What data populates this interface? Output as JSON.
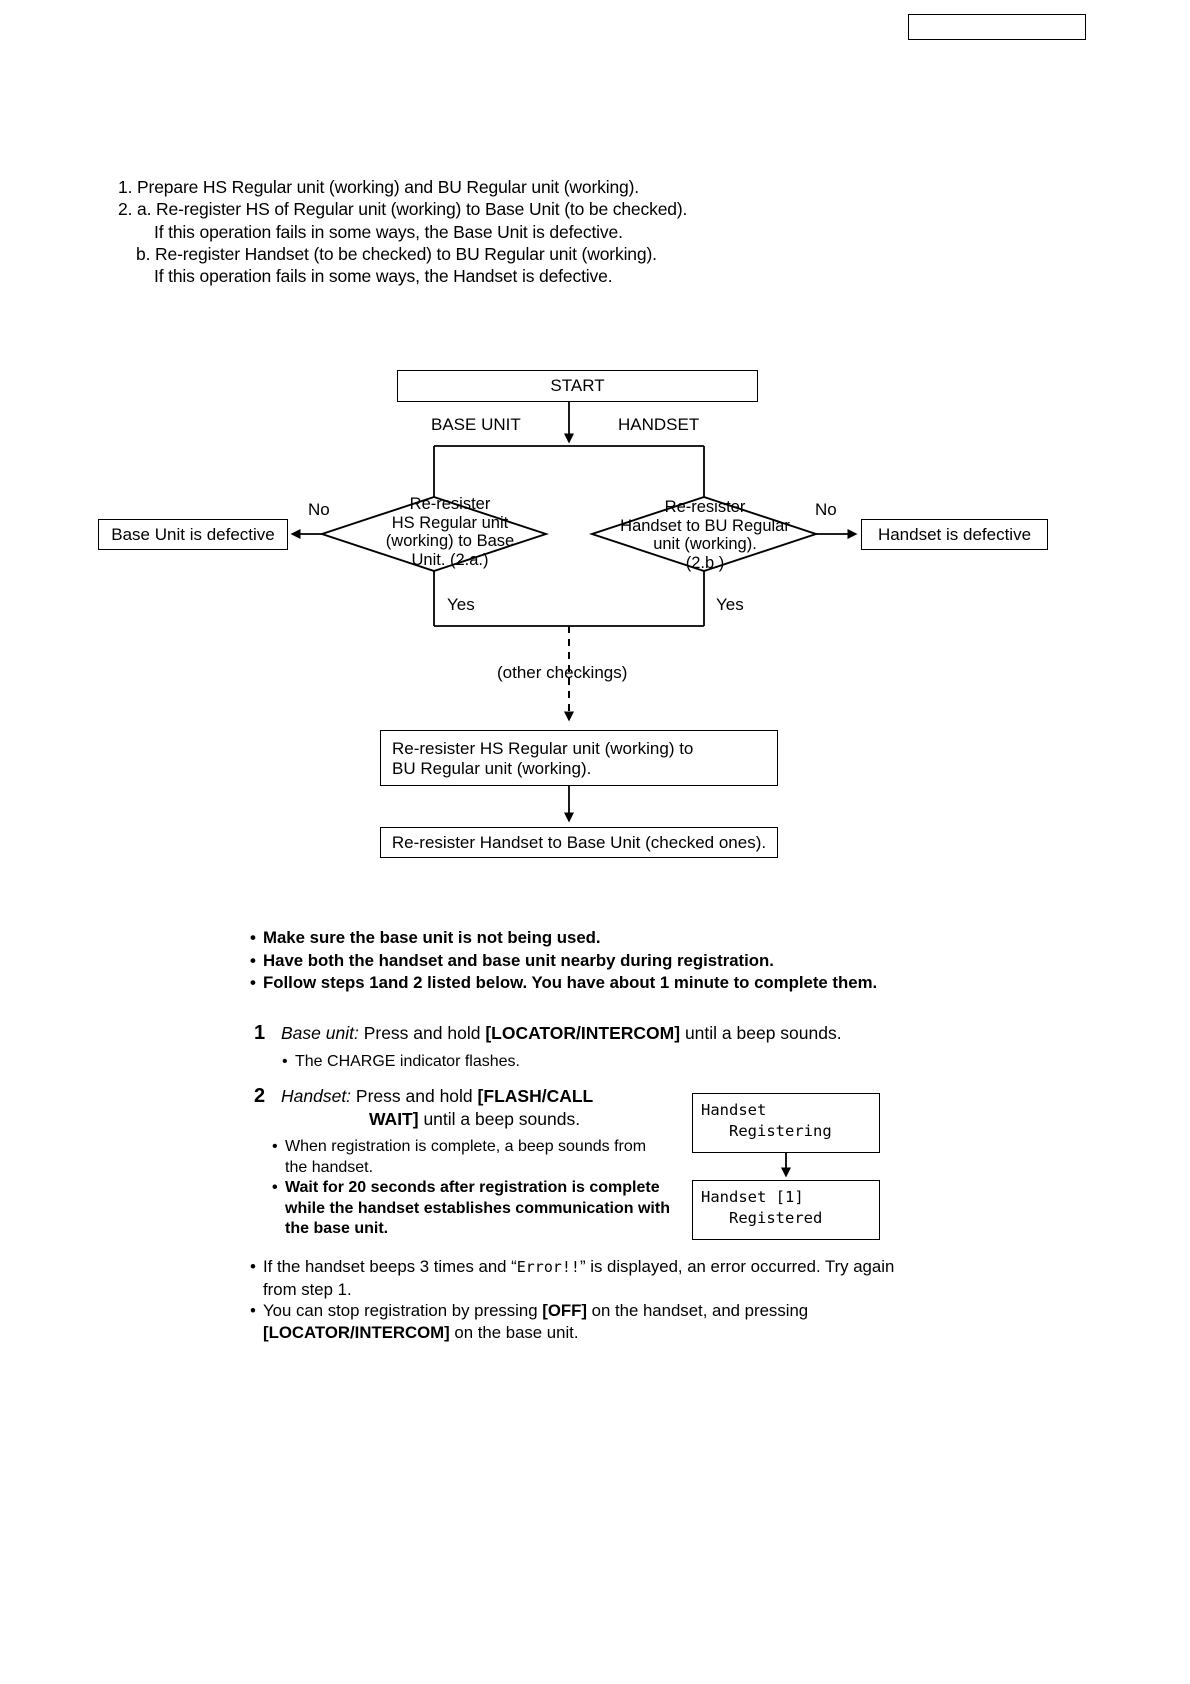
{
  "intro": {
    "lines": [
      "1. Prepare HS Regular unit (working) and BU Regular unit (working).",
      "2. a. Re-register HS of Regular unit (working) to Base Unit (to be checked).",
      "If this operation fails in some ways, the Base Unit is defective.",
      "b. Re-register Handset (to be checked) to BU Regular unit (working).",
      "If this operation fails in some ways, the Handset is defective."
    ]
  },
  "flowchart": {
    "type": "flowchart",
    "nodes": {
      "start": "START",
      "decision_a": "Re-resister\nHS Regular unit\n(working) to Base\nUnit. (2.a.)",
      "decision_b": "Re-resister\nHandset to BU Regular\nunit (working).\n(2.b.)",
      "base_unit_defective": "Base Unit is defective",
      "handset_defective": "Handset is defective",
      "rereg_hs_to_bu_line1": "Re-resister HS Regular unit (working) to",
      "rereg_hs_to_bu_line2": "BU Regular unit (working).",
      "rereg_handset_to_base": "Re-resister Handset to Base Unit (checked ones)."
    },
    "edge_labels": {
      "base_unit": "BASE UNIT",
      "handset": "HANDSET",
      "no_left": "No",
      "no_right": "No",
      "yes_left": "Yes",
      "yes_right": "Yes",
      "other_checkings": "(other checkings)"
    }
  },
  "notes": {
    "bullet_char": "•",
    "items": [
      "Make sure the base unit is not being used.",
      "Have both the handset and base unit nearby during registration.",
      "Follow steps 1and 2 listed below. You have about 1 minute to complete them."
    ]
  },
  "steps": {
    "step1": {
      "number": "1",
      "role": "Base unit:",
      "text_before": "Press and hold",
      "key": "[LOCATOR/INTERCOM]",
      "text_after": "until a beep sounds.",
      "sub": "The CHARGE indicator flashes."
    },
    "step2": {
      "number": "2",
      "role": "Handset:",
      "text_before": "Press and hold",
      "key_line1": "[FLASH/CALL",
      "key_line2": "WAIT]",
      "text_after": "until a beep sounds.",
      "sub1": "When registration is complete, a beep sounds from the handset.",
      "sub2": "Wait for 20 seconds after registration is complete while the handset establishes communication with the base unit."
    }
  },
  "lcd": {
    "screen1_line1": "Handset",
    "screen1_line2": "   Registering",
    "screen2_line1": "Handset [1]",
    "screen2_line2": "   Registered"
  },
  "footer_notes": {
    "bullet_char": "•",
    "item1_part1": "If the handset beeps 3 times and “",
    "item1_error": "Error!!",
    "item1_part2": "” is displayed, an error occurred. Try again from step 1.",
    "item2_part1": "You can stop registration by pressing",
    "item2_key1": "[OFF]",
    "item2_part2": "on the handset, and pressing",
    "item2_key2": "[LOCATOR/INTERCOM]",
    "item2_part3": "on the base unit."
  },
  "colors": {
    "ink": "#000000",
    "paper": "#ffffff"
  }
}
